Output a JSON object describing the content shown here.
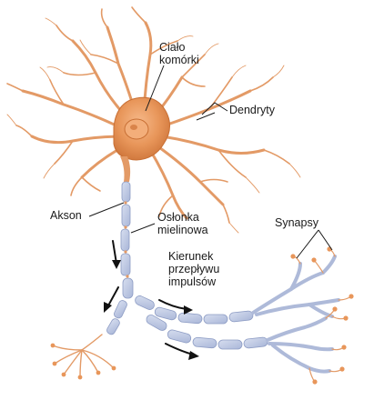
{
  "labels": {
    "cell_body": [
      "Ciało",
      "komórki"
    ],
    "dendrites": "Dendryty",
    "axon": "Akson",
    "myelin_sheath": [
      "Osłonka",
      "mielinowa"
    ],
    "synapses": "Synapsy",
    "impulse_direction": [
      "Kierunek",
      "przepływu",
      "impulsów"
    ]
  },
  "colors": {
    "cell_body": "#e8965a",
    "dendrite": "#e39a66",
    "myelin": "#bcc7e2",
    "myelin_edge": "#8d9cc4",
    "node_of_ranvier": "#e39a66",
    "synapse_terminal": "#e8965a",
    "arrow": "#111111",
    "label_line": "#1a1a1a"
  }
}
